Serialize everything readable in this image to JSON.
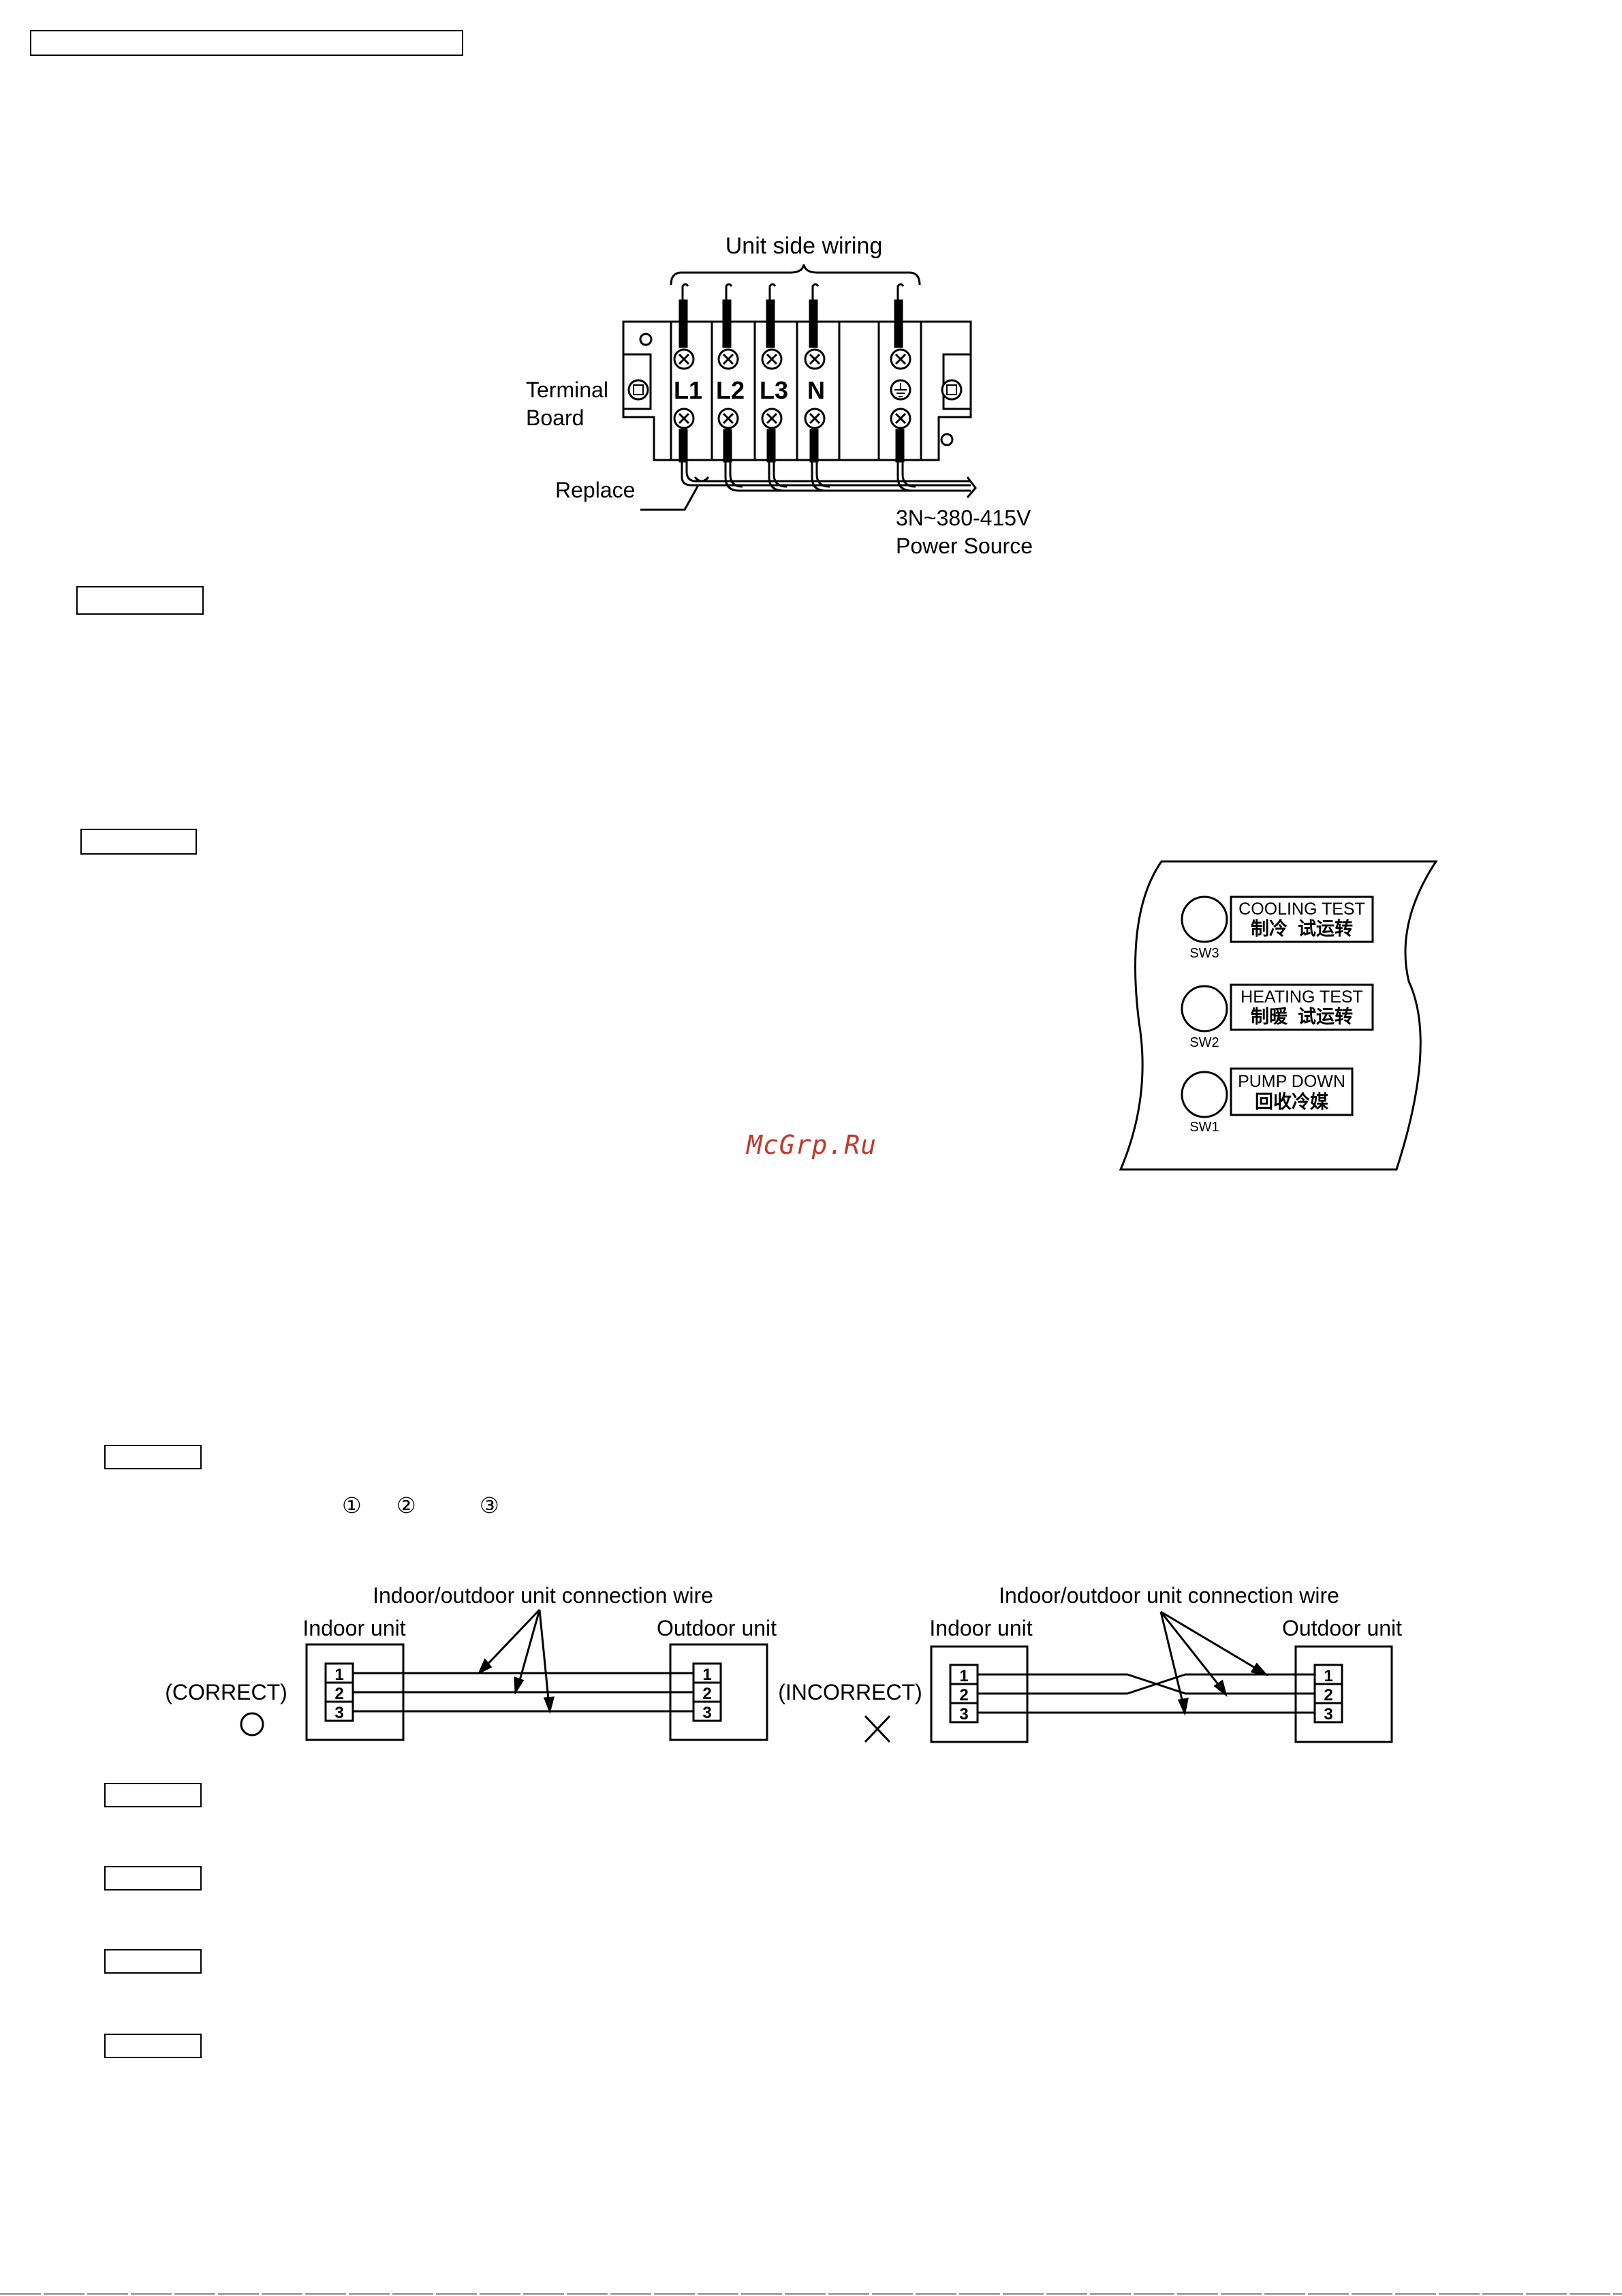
{
  "page": {
    "watermark": "McGrp.Ru",
    "circled_numbers": [
      "①",
      "②",
      "③"
    ]
  },
  "terminal_diagram": {
    "unit_side_wiring": "Unit side wiring",
    "terminal_label_line1": "Terminal",
    "terminal_label_line2": "Board",
    "replace": "Replace",
    "power_line1": "3N~380-415V",
    "power_line2": "Power Source",
    "terminals": [
      "L1",
      "L2",
      "L3",
      "N"
    ],
    "ground_symbol": "⏚"
  },
  "switch_panel": {
    "buttons": [
      {
        "id": "SW3",
        "label_en": "COOLING TEST",
        "label_zh": "制冷  试运转"
      },
      {
        "id": "SW2",
        "label_en": "HEATING TEST",
        "label_zh": "制暖  试运转"
      },
      {
        "id": "SW1",
        "label_en": "PUMP DOWN",
        "label_zh": "回收冷媒"
      }
    ]
  },
  "connection_diagrams": [
    {
      "title": "Indoor/outdoor unit connection wire",
      "indoor": "Indoor unit",
      "outdoor": "Outdoor unit",
      "status": "(CORRECT)",
      "mark": "○",
      "pins": [
        "1",
        "2",
        "3"
      ]
    },
    {
      "title": "Indoor/outdoor unit connection wire",
      "indoor": "Indoor unit",
      "outdoor": "Outdoor unit",
      "status": "(INCORRECT)",
      "mark": "×",
      "pins": [
        "1",
        "2",
        "3"
      ]
    }
  ]
}
